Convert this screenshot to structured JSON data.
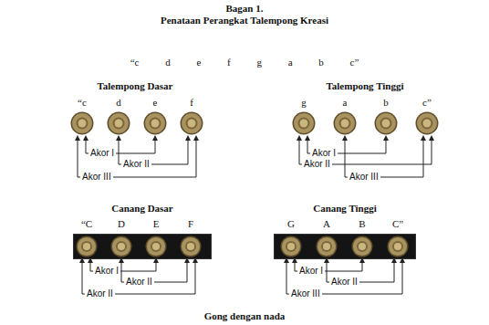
{
  "diagram": {
    "title": "Bagan 1.",
    "nodes": [
      {
        "text": [
          "“c"
        ]
      },
      {
        "text": [
          "d"
        ]
      },
      {
        "text": [
          "e"
        ]
      },
      {
        "text": [
          "f"
        ]
      },
      {
        "text": [
          "g"
        ]
      },
      {
        "text": [
          "a"
        ]
      },
      {
        "text": [
          "b"
        ]
      },
      {
        "text": [
          "c”"
        ]
      },
      {
        "text": [
          "Canang Dasar"
        ]
      },
      {
        "text": [
          "“C"
        ],
        "in": 8
      },
      {
        "text": [
          "D"
        ],
        "in": 8
      },
      {
        "text": [
          "E"
        ],
        "in": 8
      },
      {
        "text": [
          "F"
        ],
        "in": 8
      },
      {
        "text": [
          "Canang Tinggi"
        ]
      },
      {
        "text": [
          "G"
        ],
        "in": 13
      },
      {
        "text": [
          "A"
        ],
        "in": 13
      },
      {
        "text": [
          "B"
        ],
        "in": 13
      },
      {
        "text": [
          "C”"
        ],
        "in": 13
      }
    ],
    "edges": [
      {
        "from": 0,
        "to": 2,
        "arrow": "both",
        "label": "Akor I"
      },
      {
        "from": 1,
        "to": 3,
        "arrow": "both",
        "label": "Akor II"
      },
      {
        "from": 0,
        "to": 3,
        "arrow": "both",
        "label": "Akor III"
      },
      {
        "from": 4,
        "to": 6,
        "arrow": "both",
        "label": "Akor I"
      },
      {
        "from": 4,
        "to": 7,
        "arrow": "both",
        "label": "Akor II"
      },
      {
        "from": 5,
        "to": 7,
        "arrow": "both",
        "label": "Akor III"
      },
      {
        "from": 9,
        "to": 11,
        "arrow": "both",
        "label": "Akor I"
      },
      {
        "from": 10,
        "to": 12,
        "arrow": "both",
        "label": "Akor II"
      },
      {
        "from": 9,
        "to": 12,
        "arrow": "both",
        "label": "Akor II"
      },
      {
        "from": 14,
        "to": 16,
        "arrow": "both",
        "label": "Akor I"
      },
      {
        "from": 15,
        "to": 17,
        "arrow": "both",
        "label": "Akor II"
      },
      {
        "from": 14,
        "to": 17,
        "arrow": "both",
        "label": "Akor III"
      }
    ],
    "labels": [
      "Penataan Perangkat Talempong Kreasi",
      "“c d e f g a b c”",
      "Talempong Dasar",
      "Talempong Tinggi",
      "Gong dengan nada"
    ]
  }
}
